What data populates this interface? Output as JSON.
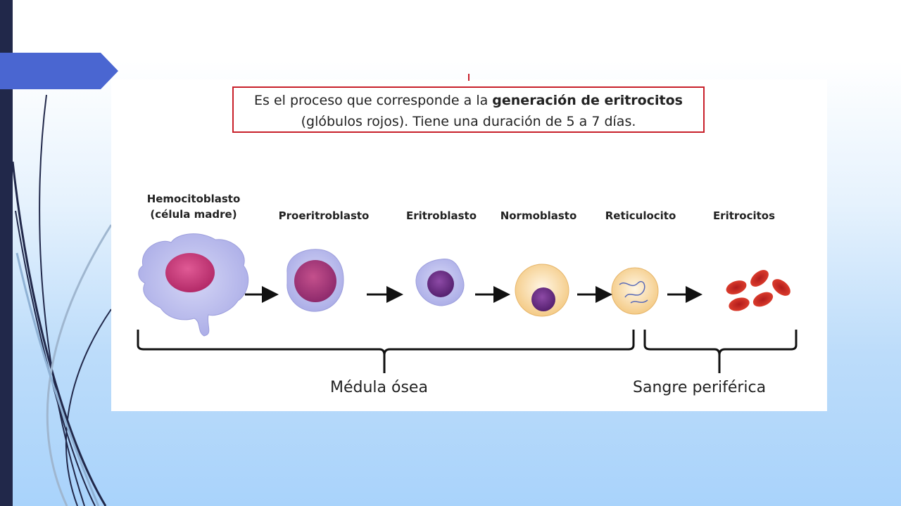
{
  "definition": {
    "line1_before": "Es el proceso que corresponde a la ",
    "line1_bold": "generación de eritrocitos",
    "line2": "(glóbulos rojos). Tiene una duración de 5 a 7 días."
  },
  "stages": [
    {
      "id": "hemocitoblasto",
      "line1": "Hemocitoblasto",
      "line2": "(célula madre)"
    },
    {
      "id": "proeritroblasto",
      "line1": "Proeritroblasto"
    },
    {
      "id": "eritroblasto",
      "line1": "Eritroblasto"
    },
    {
      "id": "normoblasto",
      "line1": "Normoblasto"
    },
    {
      "id": "reticulocito",
      "line1": "Reticulocito"
    },
    {
      "id": "eritrocitos",
      "line1": "Eritrocitos"
    }
  ],
  "groups": {
    "bone_marrow": "Médula ósea",
    "peripheral_blood": "Sangre periférica"
  },
  "colors": {
    "sidebar": "#21284a",
    "banner": "#4a66d1",
    "box_border": "#c8202a",
    "cytoplasm": "#b7b9ee",
    "nucleus_pink": "#c73a7a",
    "nucleus_purple": "#6b2a8c",
    "normoblast_cytoplasm": "#f8d9a0",
    "erythrocyte": "#d8312f"
  }
}
